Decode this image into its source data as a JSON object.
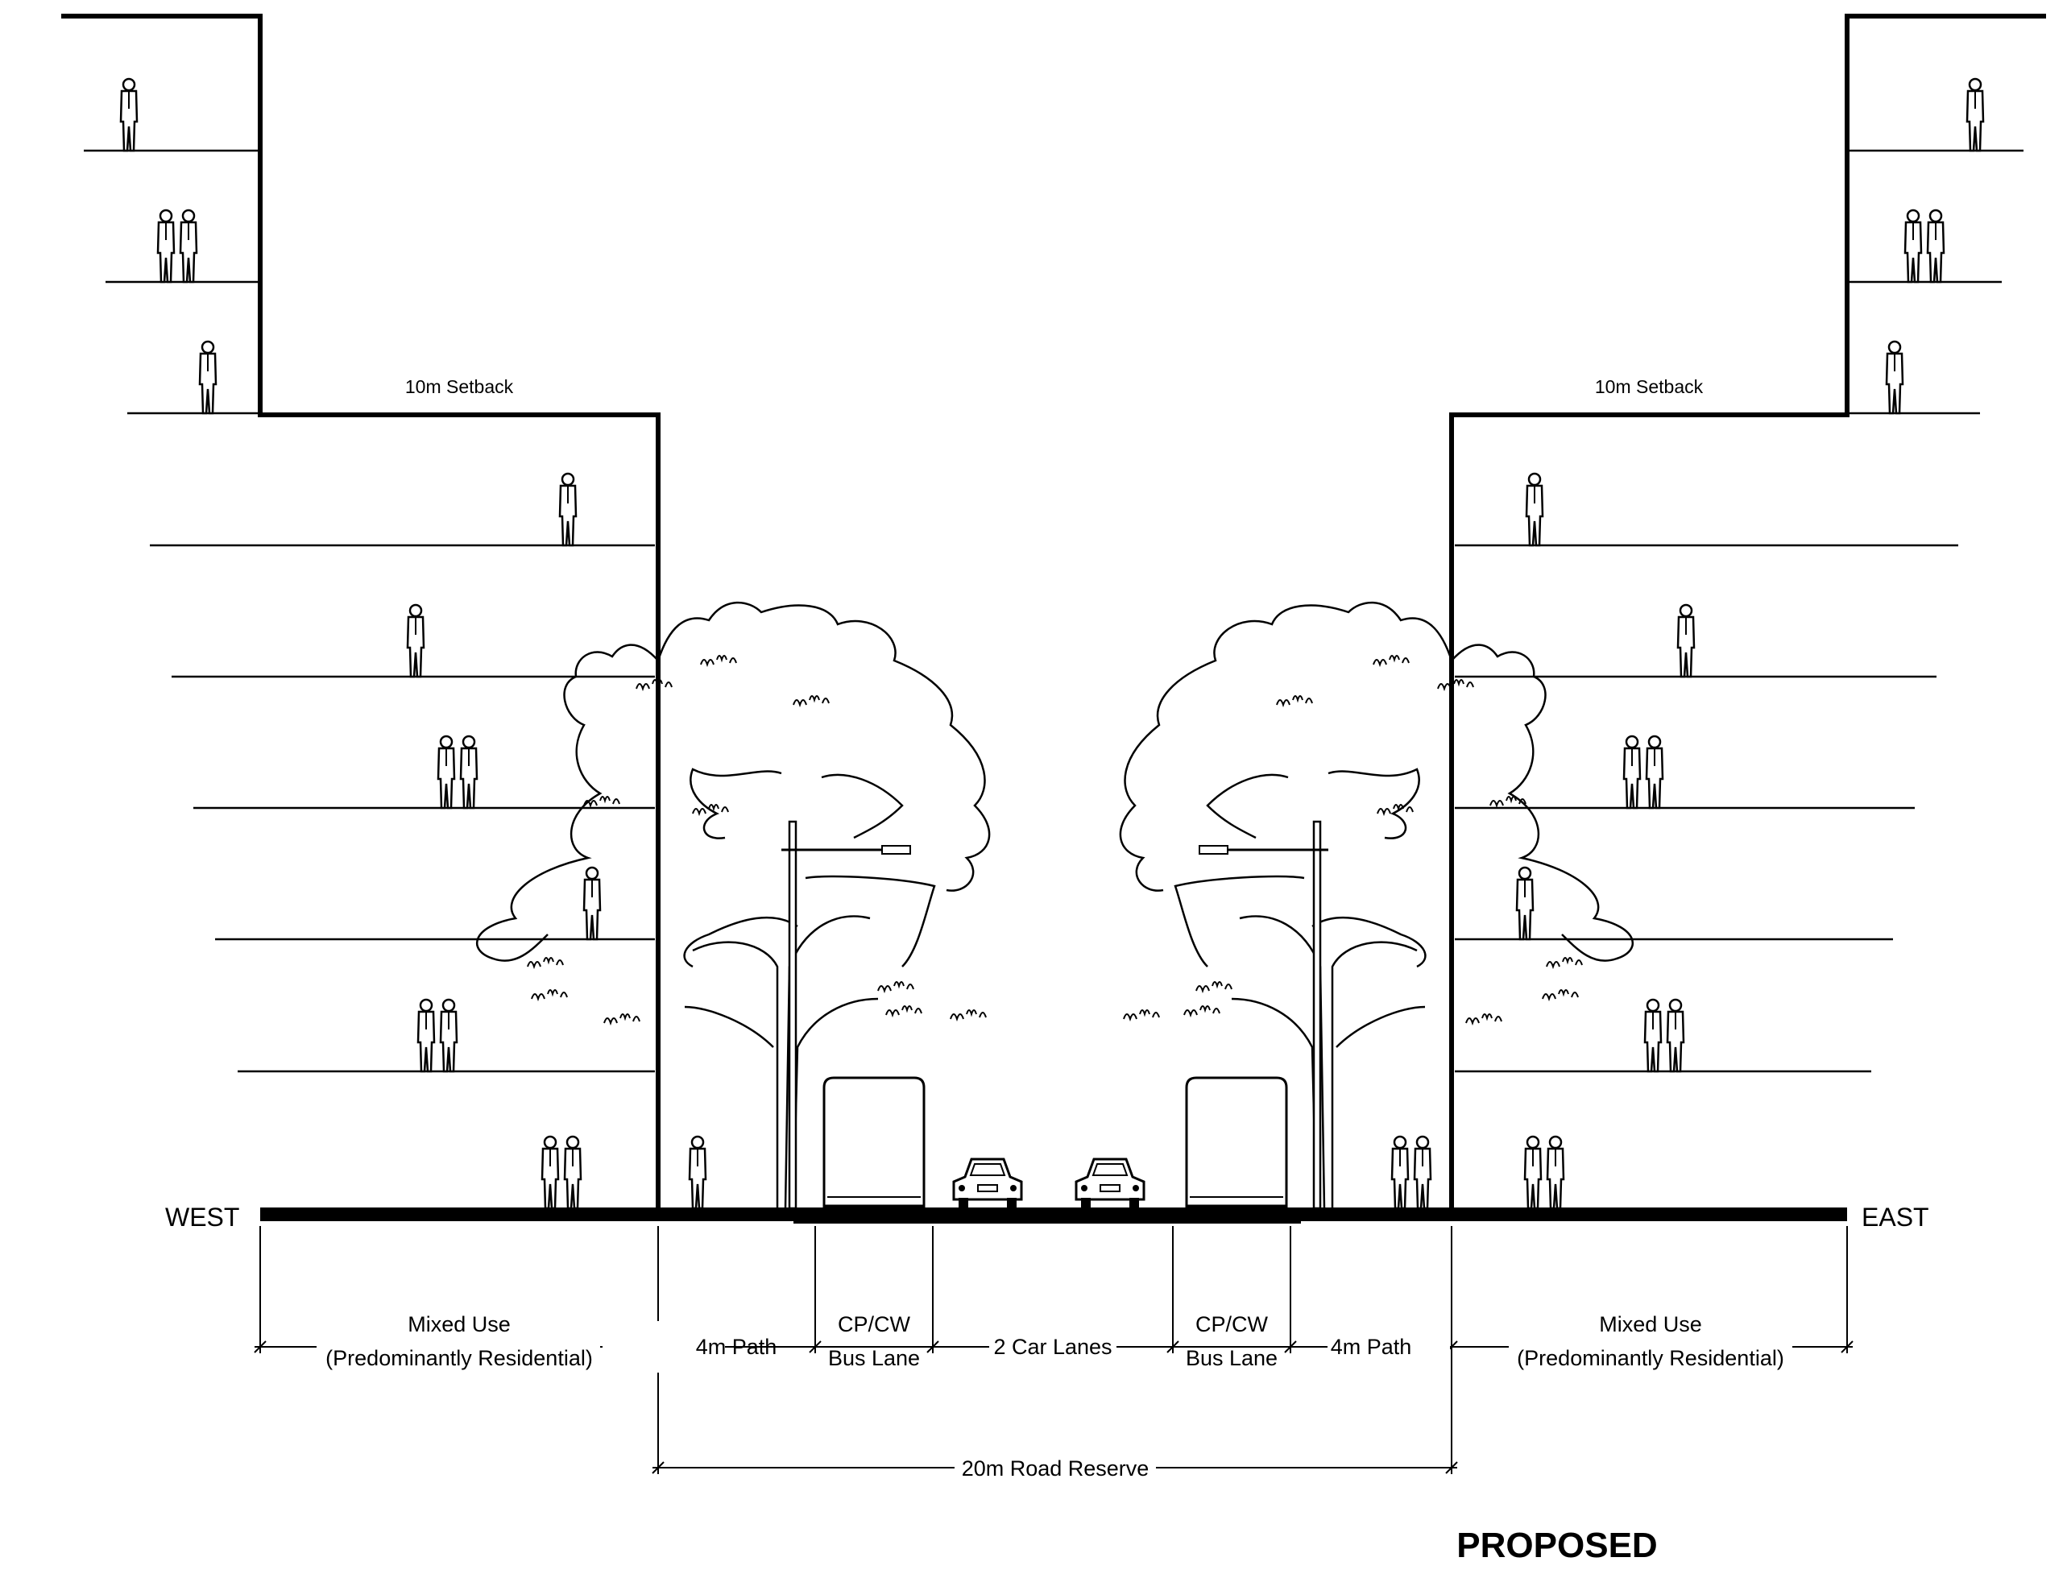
{
  "directions": {
    "west": "WEST",
    "east": "EAST"
  },
  "setback": {
    "west": "10m Setback",
    "east": "10m Setback"
  },
  "segments": {
    "west_mixed_line1": "Mixed Use",
    "west_mixed_line2": "(Predominantly Residential)",
    "west_path": "4m Path",
    "west_bus_line1": "CP/CW",
    "west_bus_line2": "Bus Lane",
    "car_lanes": "2 Car Lanes",
    "east_bus_line1": "CP/CW",
    "east_bus_line2": "Bus Lane",
    "east_path": "4m Path",
    "east_mixed_line1": "Mixed Use",
    "east_mixed_line2": "(Predominantly Residential)"
  },
  "road_reserve": "20m Road Reserve",
  "title": "PROPOSED"
}
